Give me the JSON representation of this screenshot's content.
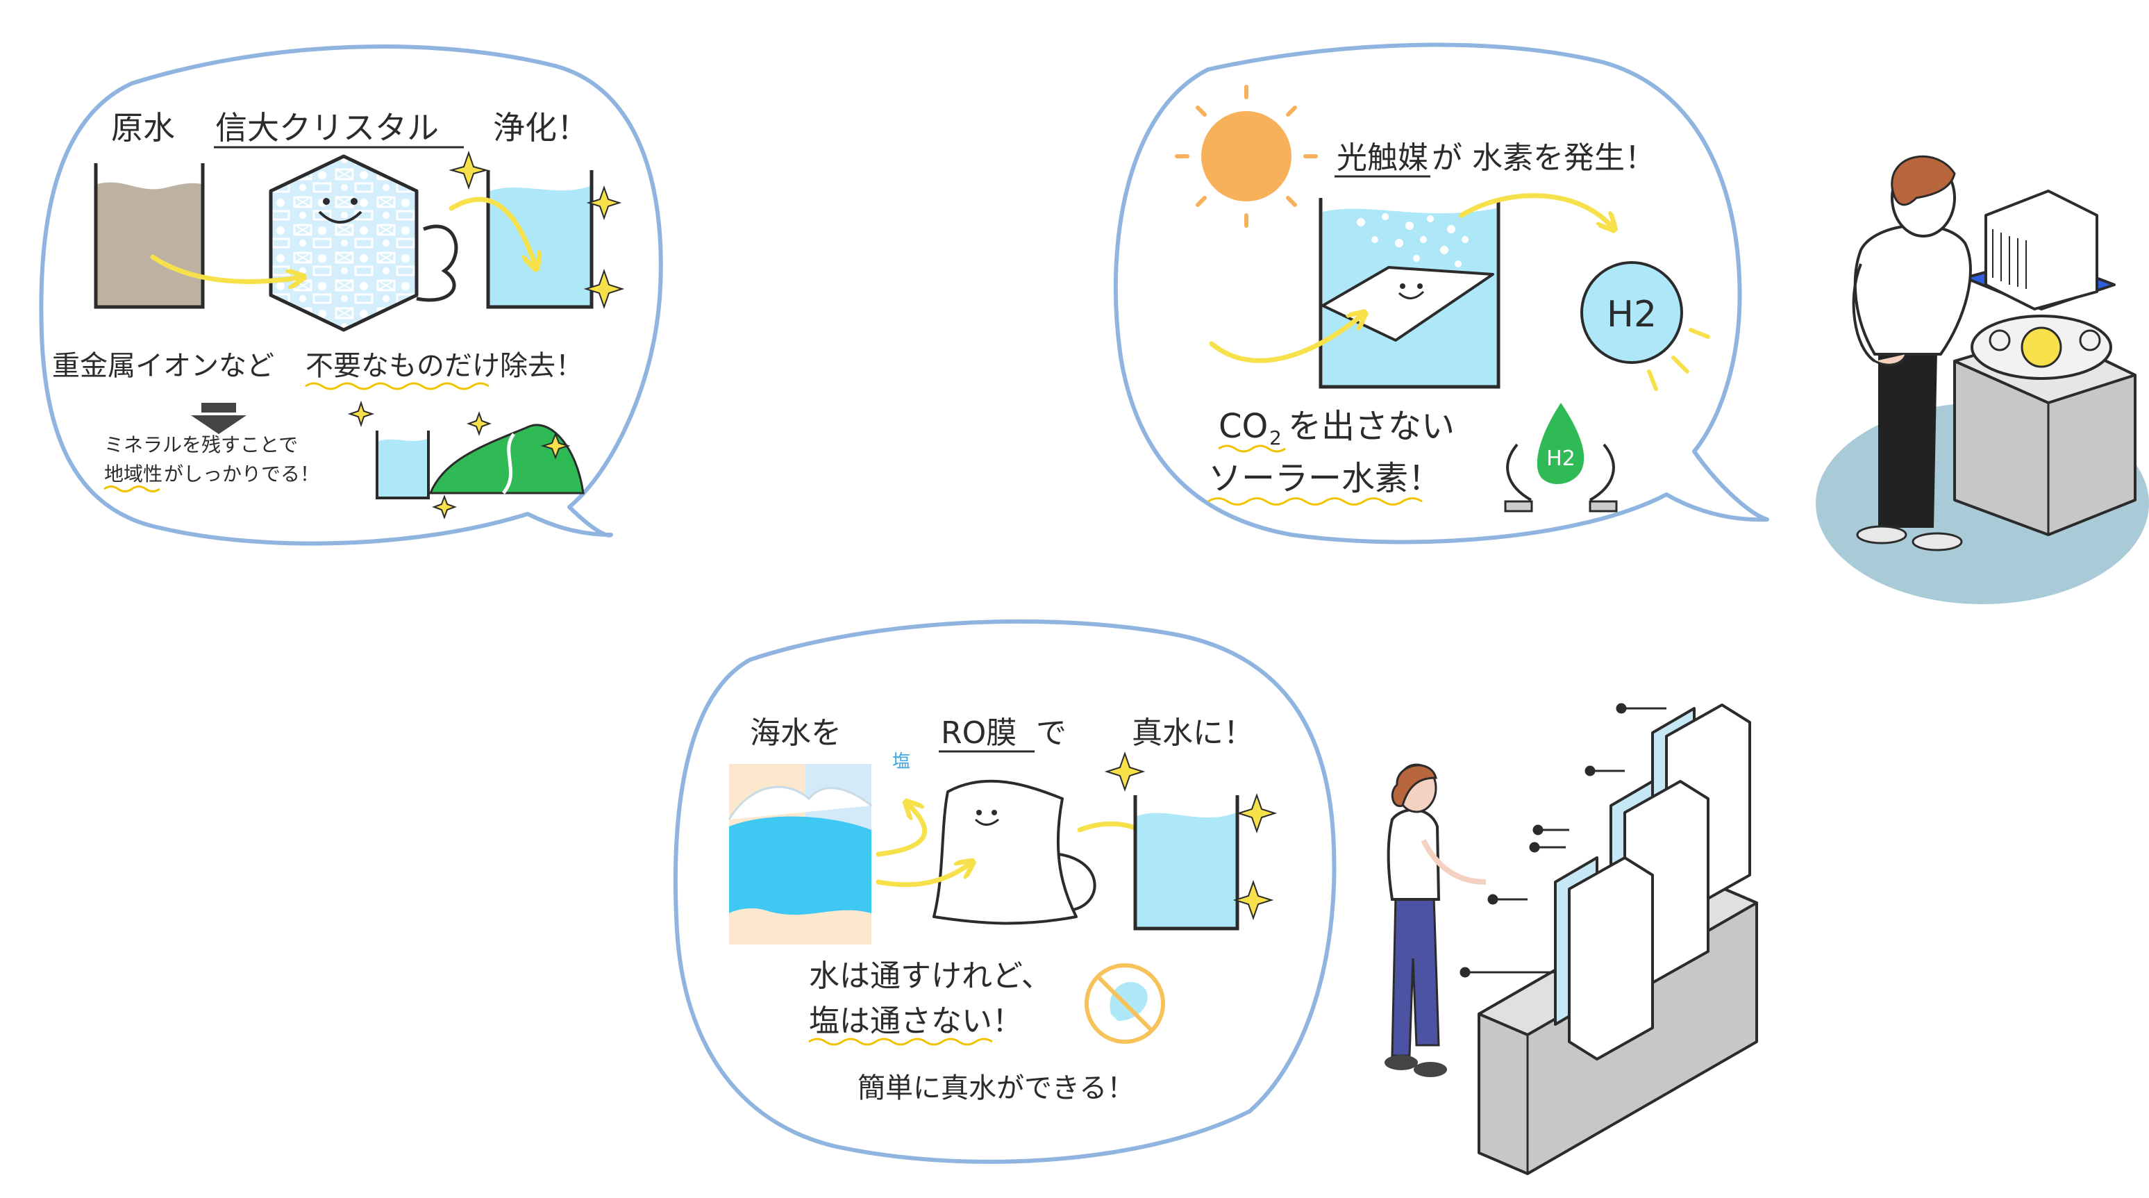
{
  "colors": {
    "bubble_outline": "#8fb4e0",
    "arrow": "#f7e14a",
    "water": "#aee8f8",
    "sea": "#3fc9f2",
    "muddy": "#bdb2a2",
    "sun": "#f7b15a",
    "sparkle": "#f7e14a",
    "leaf_green": "#2fba56",
    "floor_blue": "#a9cbd8",
    "panel_blue": "#2d5fe0",
    "trouser_purple": "#4d53a3",
    "underline_wave": "#f2c200"
  },
  "bubble_purify": {
    "title": {
      "raw_water": "原水",
      "crystal": "信大クリスタル",
      "purify": "浄化！"
    },
    "remove_text": {
      "part1": "重金属イオンなど",
      "part2": "不要なものだけ",
      "part3": "除去！"
    },
    "mineral_text": {
      "line1": "ミネラルを残すことで",
      "line2_underlined": "地域性",
      "line2_rest": "がしっかりでる！"
    },
    "icons": [
      "muddy-beaker-icon",
      "crystal-hexagon-icon",
      "clean-beaker-icon",
      "down-arrow-icon",
      "mountain-icon"
    ]
  },
  "bubble_hydrogen": {
    "title": {
      "catalyst": "光触媒",
      "rest": "が 水素を発生！"
    },
    "h2_label": "H2",
    "drop_label": "H2",
    "co2_text": {
      "line1_co": "CO",
      "line1_sub": "2",
      "line1_rest": "を出さない",
      "line2": "ソーラー水素！"
    },
    "icons": [
      "sun-icon",
      "catalyst-sheet-icon",
      "h2-circle-icon",
      "hands-drop-icon"
    ]
  },
  "bubble_ro": {
    "title": {
      "seawater": "海水を",
      "ro": "RO膜",
      "de": "で",
      "pure": "真水に！"
    },
    "salt_label": "塩",
    "pass_text": {
      "line1": "水は通すけれど、",
      "line2_underlined": "塩は通さない！"
    },
    "easy_text": "簡単に真水ができる！",
    "icons": [
      "sea-icon",
      "ro-membrane-icon",
      "pure-water-beaker-icon",
      "no-salt-icon"
    ]
  }
}
